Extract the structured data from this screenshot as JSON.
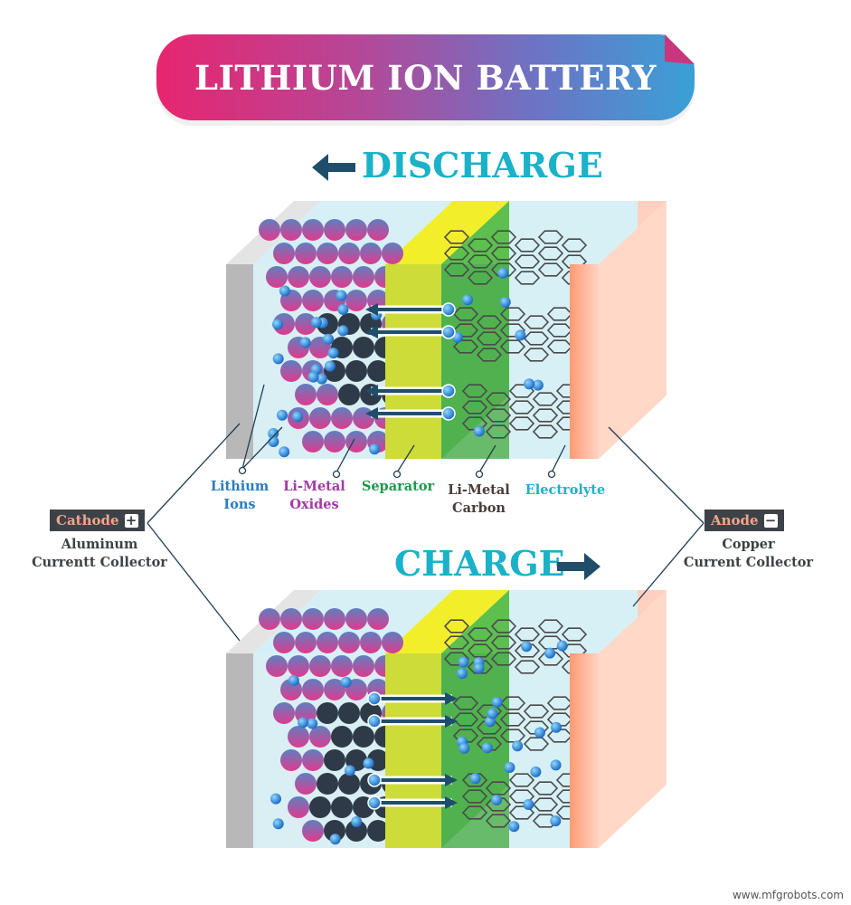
{
  "title": "LITHIUM ION BATTERY",
  "discharge": {
    "label": "DISCHARGE",
    "arrow": "left-arrow-icon"
  },
  "charge": {
    "label": "CHARGE",
    "arrow": "right-arrow-icon"
  },
  "layer_labels": [
    {
      "line1": "Lithium",
      "line2": "Ions",
      "color": "#2a7dc0"
    },
    {
      "line1": "Li-Metal",
      "line2": "Oxides",
      "color": "#a23aa6"
    },
    {
      "line1": "Separator",
      "line2": "",
      "color": "#1e9a4a"
    },
    {
      "line1": "Li-Metal",
      "line2": "Carbon",
      "color": "#4a3d38"
    },
    {
      "line1": "Electrolyte",
      "line2": "",
      "color": "#1ab2c9"
    }
  ],
  "cathode": {
    "tag": "Cathode",
    "sign": "+",
    "line1": "Aluminum",
    "line2": "Currentt Collector"
  },
  "anode": {
    "tag": "Anode",
    "sign": "−",
    "line1": "Copper",
    "line2": "Current Collector"
  },
  "colors": {
    "title_gradient": [
      "#e8256f",
      "#3aa0d6"
    ],
    "accent": "#1ab2c9",
    "arrow": "#1f4e6b",
    "separator": "#cddc39",
    "carbon_layer": "#4caf50",
    "copper": "#ff9e78",
    "aluminum": "#b8b8b8",
    "ion": "#1e88e5"
  },
  "watermark": "www.mfgrobots.com"
}
